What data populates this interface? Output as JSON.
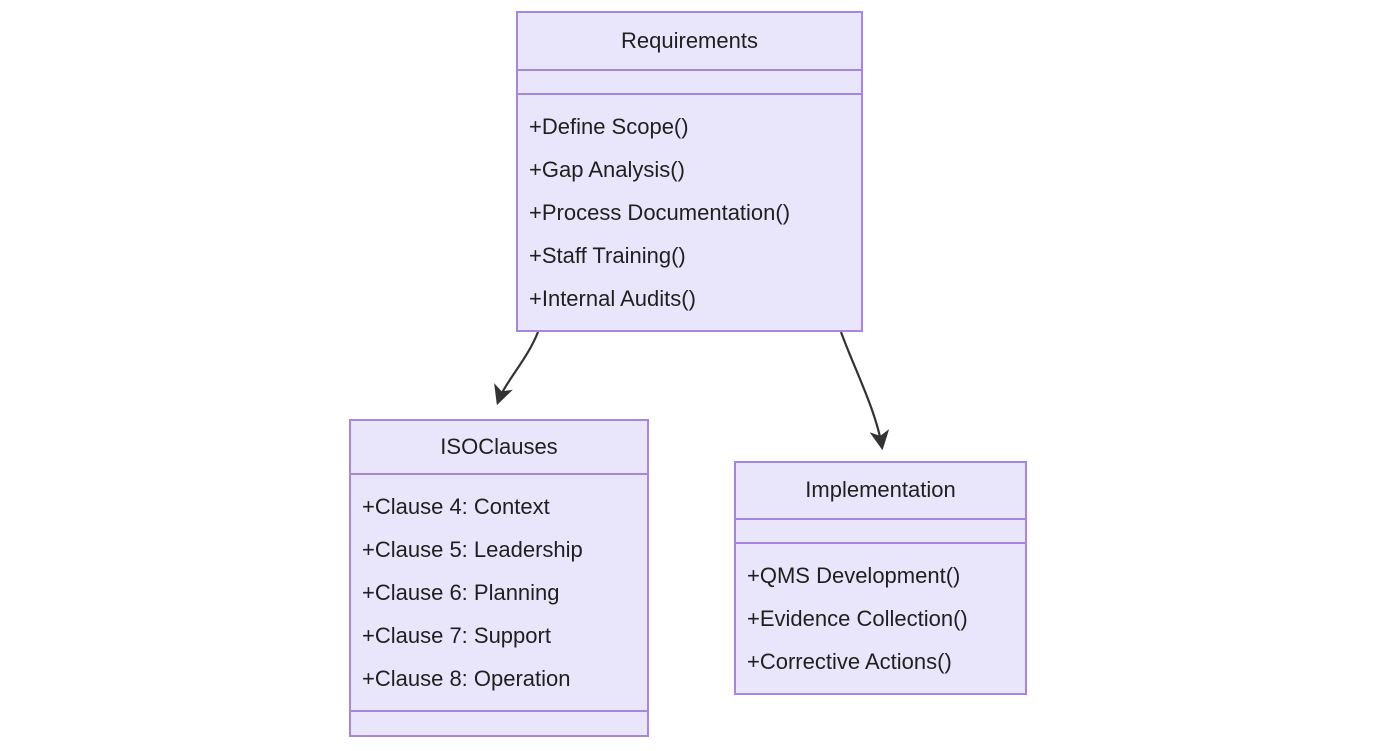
{
  "diagram": {
    "type": "uml-class-diagram",
    "background_color": "#ffffff",
    "node_fill_color": "#e9e6fb",
    "node_border_color": "#a786dd",
    "text_color": "#1f1f1f",
    "edge_color": "#333333",
    "classes": [
      {
        "id": "requirements",
        "name": "Requirements",
        "attributes": [],
        "methods": [
          "+Define Scope()",
          "+Gap Analysis()",
          "+Process Documentation()",
          "+Staff Training()",
          "+Internal Audits()"
        ]
      },
      {
        "id": "isoclauses",
        "name": "ISOClauses",
        "attributes": [
          "+Clause 4: Context",
          "+Clause 5: Leadership",
          "+Clause 6: Planning",
          "+Clause 7: Support",
          "+Clause 8: Operation"
        ],
        "methods": []
      },
      {
        "id": "implementation",
        "name": "Implementation",
        "attributes": [],
        "methods": [
          "+QMS Development()",
          "+Evidence Collection()",
          "+Corrective Actions()"
        ]
      }
    ],
    "edges": [
      {
        "id": "edge-requirements-isoclauses",
        "from": "requirements",
        "to": "isoclauses",
        "label": "",
        "arrowhead": "filled-arrow"
      },
      {
        "id": "edge-requirements-implementation",
        "from": "requirements",
        "to": "implementation",
        "label": "",
        "arrowhead": "filled-arrow"
      }
    ]
  }
}
